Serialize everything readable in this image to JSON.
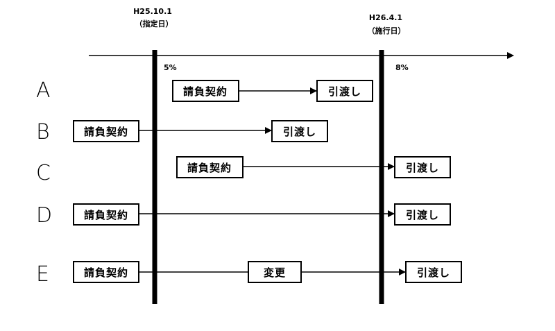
{
  "colors": {
    "ink": "#000000",
    "background": "#ffffff"
  },
  "timeline": {
    "date_left": "H25.10.1",
    "date_left_note": "（指定日）",
    "date_right": "H26.4.1",
    "date_right_note": "（施行日）",
    "rate_left": "5%",
    "rate_right": "8%"
  },
  "rows": [
    {
      "letter": "A",
      "contract": "請負契約",
      "delivery": "引渡し"
    },
    {
      "letter": "B",
      "contract": "請負契約",
      "delivery": "引渡し"
    },
    {
      "letter": "C",
      "contract": "請負契約",
      "delivery": "引渡し"
    },
    {
      "letter": "D",
      "contract": "請負契約",
      "delivery": "引渡し"
    },
    {
      "letter": "E",
      "contract": "請負契約",
      "change": "変更",
      "delivery": "引渡し"
    }
  ]
}
